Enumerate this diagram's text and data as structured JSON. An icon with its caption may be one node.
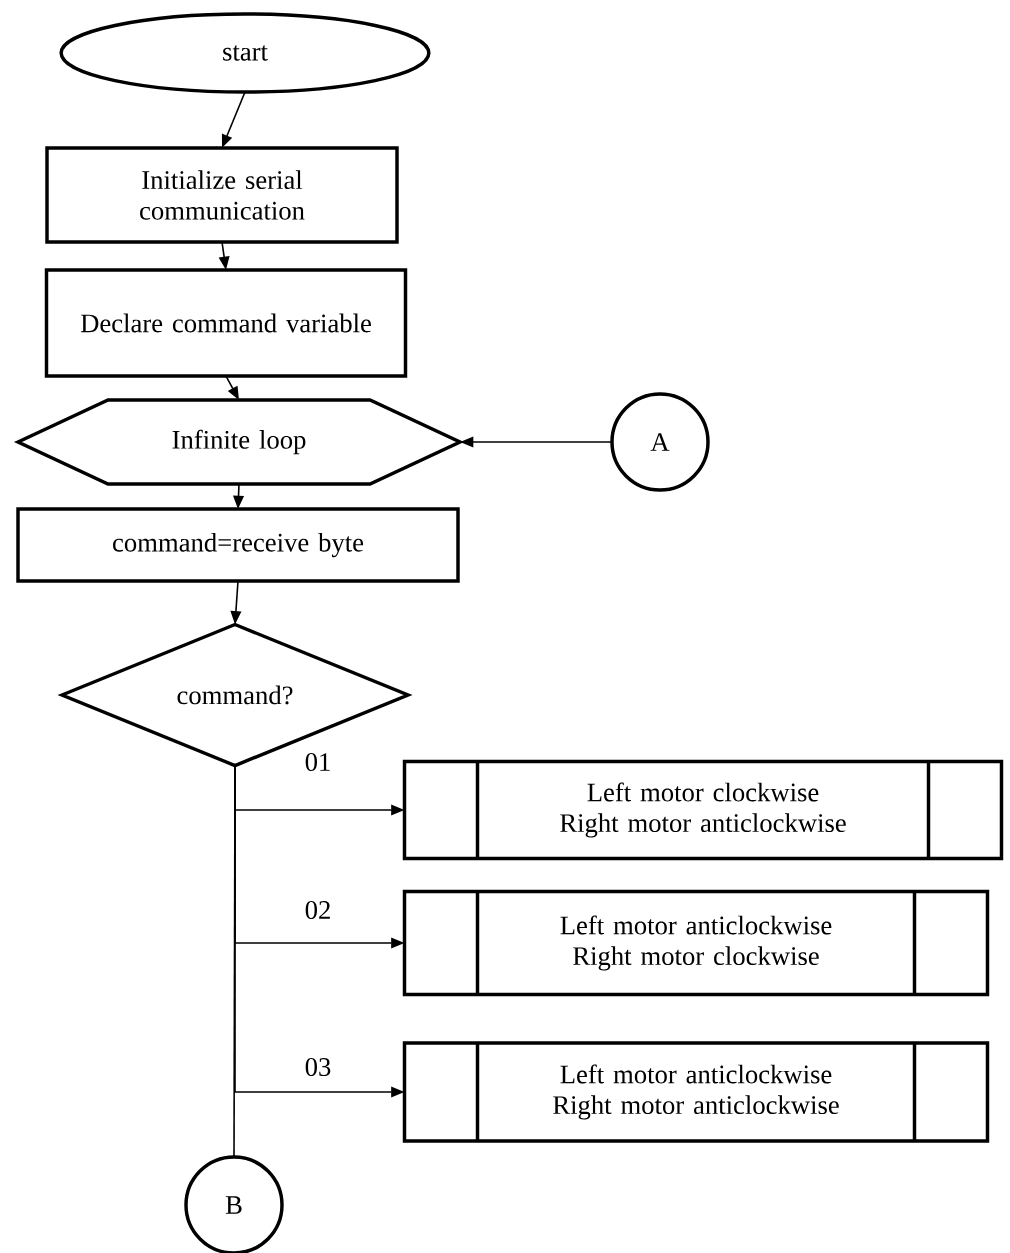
{
  "diagram": {
    "nodes": [
      {
        "text": [
          "start"
        ]
      },
      {
        "text": [
          "Initialize serial communication"
        ]
      },
      {
        "text": [
          "Declare command variable"
        ]
      },
      {
        "text": [
          "Infinite loop"
        ]
      },
      {
        "text": [
          "A"
        ]
      },
      {
        "text": [
          "command=receive byte"
        ]
      },
      {
        "text": [
          "command?"
        ]
      },
      {
        "text": [
          "Left motor clockwise Right motor anticlockwise"
        ]
      },
      {
        "text": [
          "Left motor anticlockwise Right motor clockwise"
        ]
      },
      {
        "text": [
          "Left motor anticlockwise Right motor anticlockwise"
        ]
      },
      {
        "text": [
          "B"
        ]
      }
    ],
    "edges": [
      {
        "from": 0,
        "to": 1,
        "arrow": "to"
      },
      {
        "from": 1,
        "to": 2,
        "arrow": "to"
      },
      {
        "from": 2,
        "to": 3,
        "arrow": "to"
      },
      {
        "from": 4,
        "to": 3,
        "arrow": "to"
      },
      {
        "from": 3,
        "to": 5,
        "arrow": "to"
      },
      {
        "from": 5,
        "to": 6,
        "arrow": "to"
      },
      {
        "from": 6,
        "to": 7,
        "label": "01",
        "arrow": "to"
      },
      {
        "from": 6,
        "to": 8,
        "label": "02",
        "arrow": "to"
      },
      {
        "from": 6,
        "to": 9,
        "label": "03",
        "arrow": "to"
      },
      {
        "from": 6,
        "to": 10,
        "arrow": "none"
      }
    ]
  }
}
